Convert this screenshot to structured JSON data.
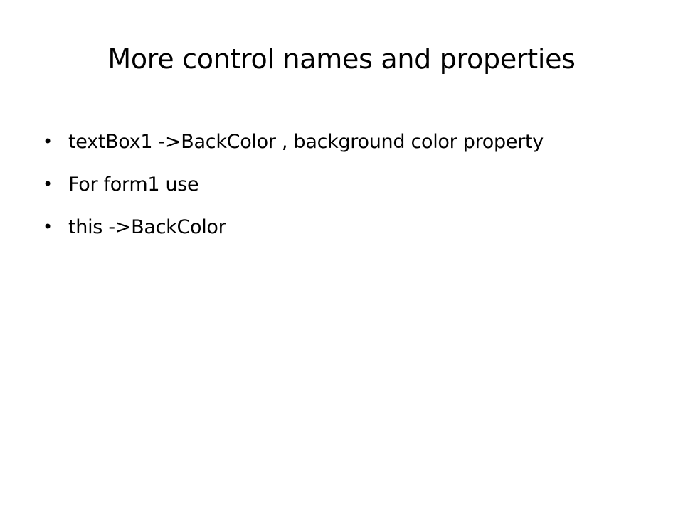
{
  "slide": {
    "title": "More control names and properties",
    "bullets": [
      {
        "text": "textBox1 ->BackColor , background color property"
      },
      {
        "text": "For form1 use"
      },
      {
        "text": "this ->BackColor"
      }
    ],
    "bullet_glyph": "•",
    "colors": {
      "background": "#ffffff",
      "text": "#000000"
    }
  }
}
